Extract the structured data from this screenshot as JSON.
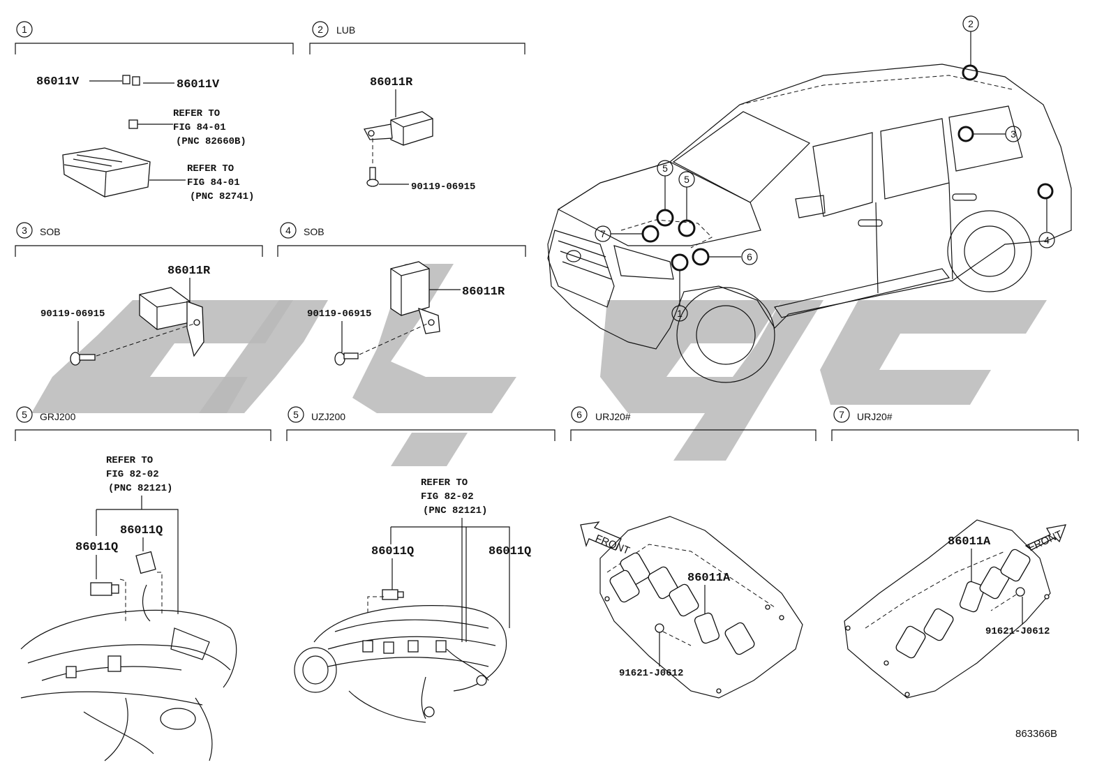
{
  "sections": [
    {
      "num": "1",
      "suffix": ""
    },
    {
      "num": "2",
      "suffix": "LUB"
    },
    {
      "num": "3",
      "suffix": "SOB"
    },
    {
      "num": "4",
      "suffix": "SOB"
    },
    {
      "num": "5",
      "suffix": "GRJ200"
    },
    {
      "num": "5",
      "suffix": "UZJ200"
    },
    {
      "num": "6",
      "suffix": "URJ20#"
    },
    {
      "num": "7",
      "suffix": "URJ20#"
    }
  ],
  "s1": {
    "pn_left": "86011V",
    "pn_right": "86011V",
    "ref1": [
      "REFER TO",
      "FIG 84-01",
      "(PNC 82660B)"
    ],
    "ref2": [
      "REFER TO",
      "FIG 84-01",
      "(PNC 82741)"
    ]
  },
  "s2": {
    "pn_top": "86011R",
    "pn_bolt": "90119-06915"
  },
  "s3": {
    "pn_top": "86011R",
    "pn_bolt": "90119-06915"
  },
  "s4": {
    "pn_top": "86011R",
    "pn_bolt": "90119-06915"
  },
  "s5a": {
    "ref": [
      "REFER TO",
      "FIG 82-02",
      "(PNC 82121)"
    ],
    "pn_a": "86011Q",
    "pn_b": "86011Q"
  },
  "s5b": {
    "ref": [
      "REFER TO",
      "FIG 82-02",
      "(PNC 82121)"
    ],
    "pn_a": "86011Q",
    "pn_b": "86011Q"
  },
  "s6": {
    "pn": "86011A",
    "pn_bolt": "91621-J0612",
    "front": "FRONT"
  },
  "s7": {
    "pn": "86011A",
    "pn_bolt": "91621-J0612",
    "front": "FRONT"
  },
  "vehicle_callouts": [
    "2",
    "3",
    "4",
    "5",
    "5",
    "7",
    "6",
    "1"
  ],
  "footer": {
    "code": "863366B"
  }
}
